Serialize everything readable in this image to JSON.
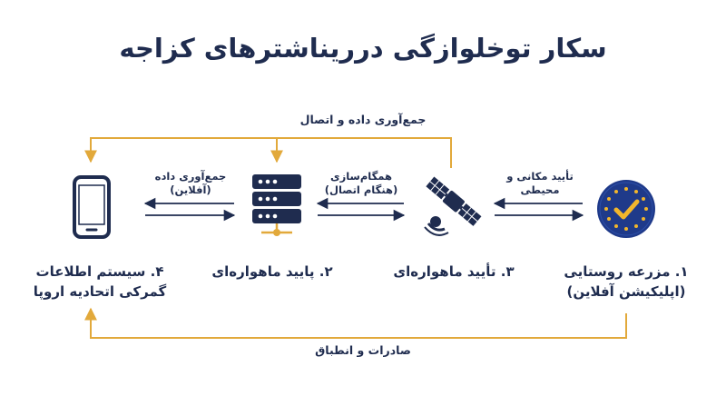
{
  "title": "سکار توخلوازگی درریناشترهای کزاجه",
  "flows": {
    "top": "جمع‌آوری داده و اتصال",
    "bottom": "صادرات و انطباق"
  },
  "edges": {
    "phone_server": {
      "line1": "جمع‌آوری داده",
      "line2": "(آفلاین)"
    },
    "server_satellite": {
      "line1": "همگام‌سازی",
      "line2": "(هنگام اتصال)"
    },
    "satellite_badge": {
      "line1": "تأیید مکانی و",
      "line2": "محیطی"
    }
  },
  "nodes": {
    "farmer": {
      "line1": "۱. مزرعه روستایی",
      "line2": "(اپلیکیشن آفلاین)"
    },
    "satellite": {
      "line1": "۳. تأیید ماهواره‌ای"
    },
    "server": {
      "line1": "۲. پایید ماهواره‌ای"
    },
    "customs": {
      "line1": "۴. سیستم اطلاعات",
      "line2": "گمرکی اتحادیه اروپا"
    }
  },
  "colors": {
    "navy": "#1f2c4f",
    "gold": "#e2a93b",
    "eu_blue": "#1f3a8a",
    "star_gold": "#f2b62c"
  },
  "icons": {
    "customs": "smartphone-icon",
    "server": "server-rack-icon",
    "satellite": "satellite-icon",
    "farmer": "eu-certified-badge-icon"
  }
}
